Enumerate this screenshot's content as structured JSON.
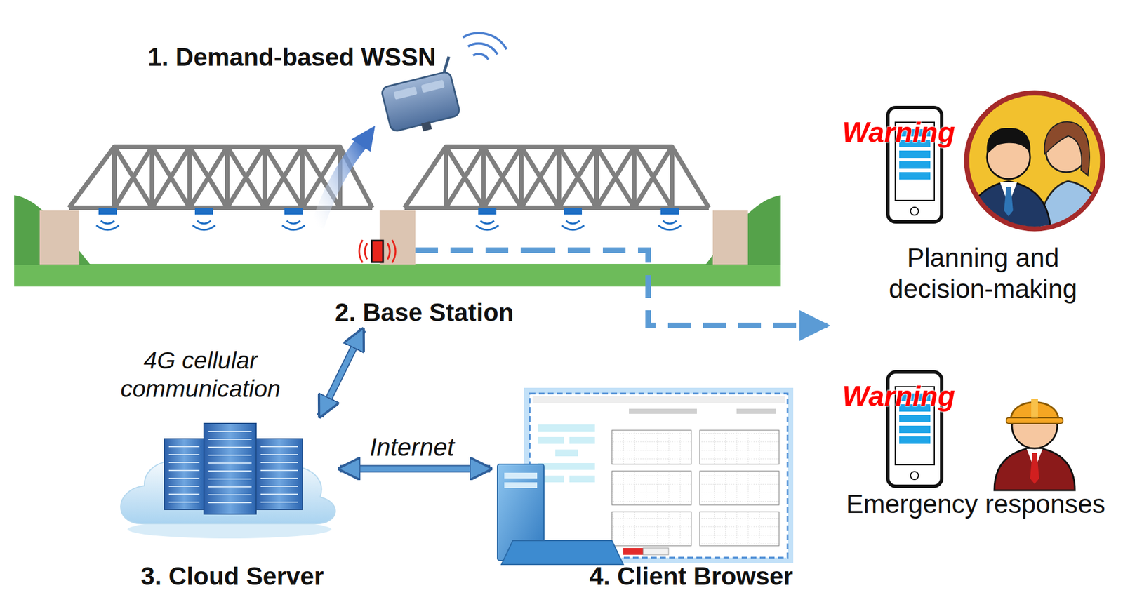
{
  "diagram": {
    "nodes": [
      {
        "text": [
          "1. Demand-based WSSN"
        ]
      },
      {
        "text": [
          "2. Base Station"
        ]
      },
      {
        "text": [
          "3. Cloud Server"
        ]
      },
      {
        "text": [
          "4. Client Browser"
        ]
      },
      {
        "text": [
          "Warning",
          "Planning and decision-making"
        ]
      },
      {
        "text": [
          "Warning",
          "Emergency responses"
        ]
      }
    ],
    "edges": [
      {
        "from": 1,
        "to": 2,
        "arrow": "both",
        "label": "4G cellular communication"
      },
      {
        "from": 2,
        "to": 3,
        "arrow": "both",
        "label": "Internet"
      },
      {
        "from": 1,
        "to": 4,
        "arrow": "to"
      }
    ]
  }
}
